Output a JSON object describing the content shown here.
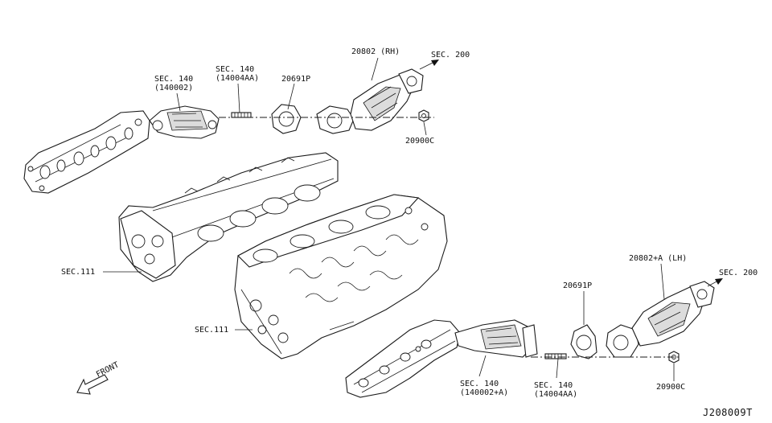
{
  "labels": {
    "sec140_rh": [
      "SEC. 140",
      "(140002)"
    ],
    "sec140_stud_rh": [
      "SEC. 140",
      "(14004AA)"
    ],
    "gasket_rh": "20691P",
    "conv_rh": "20802 (RH)",
    "sec200_rh": "SEC. 200",
    "nut_rh": "20900C",
    "sec111_upper": "SEC.111",
    "sec111_lower": "SEC.111",
    "gasket_lh": "20691P",
    "conv_lh": "20802+A (LH)",
    "sec200_lh": "SEC. 200",
    "sec140_lh": [
      "SEC. 140",
      "(140002+A)"
    ],
    "sec140_stud_lh": [
      "SEC. 140",
      "(14004AA)"
    ],
    "nut_lh": "20900C",
    "front": "FRONT"
  },
  "diagram_code": "J208009T",
  "icons": {
    "front_arrow": "front-arrow-icon",
    "sec200_arrow": "arrow-right-icon"
  }
}
